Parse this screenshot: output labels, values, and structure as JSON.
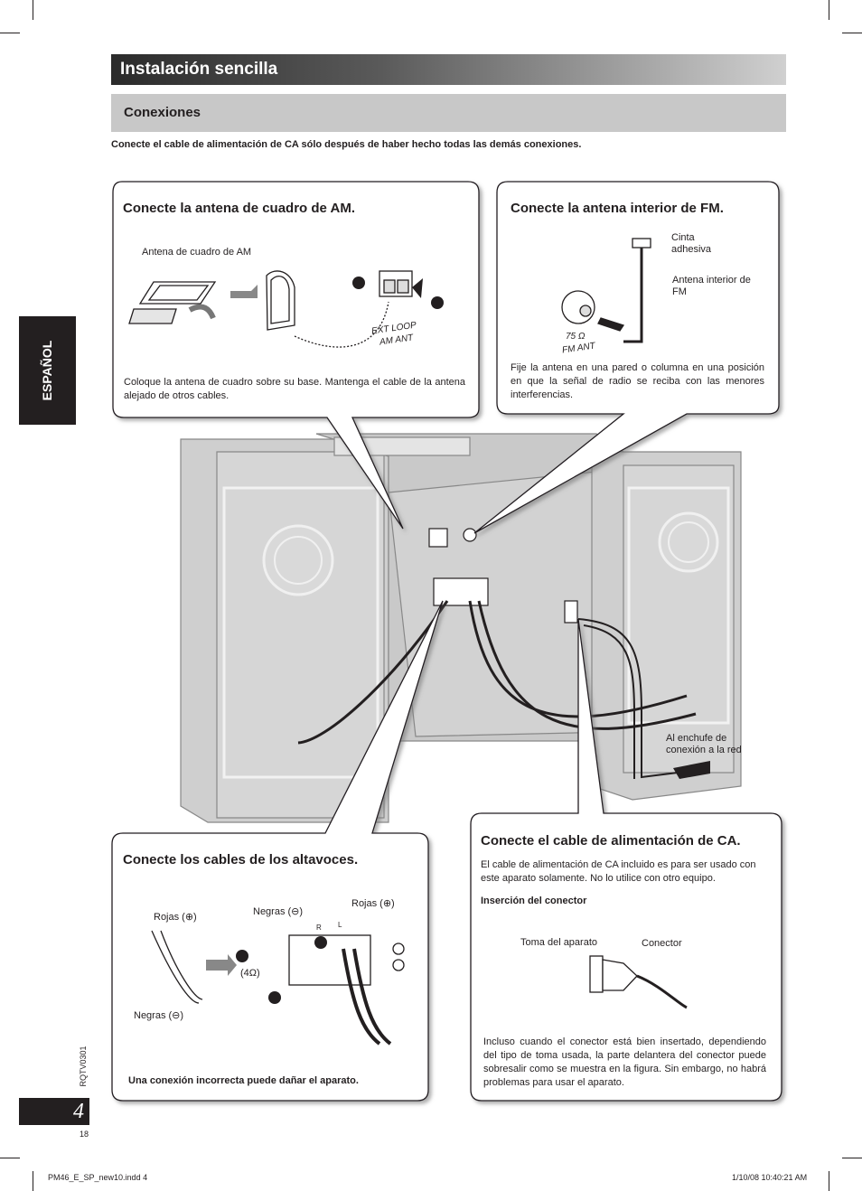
{
  "header": {
    "title": "Instalación sencilla",
    "section": "Conexiones",
    "note": "Conecte el cable de alimentación de CA sólo después de haber hecho todas las demás conexiones."
  },
  "side_tab": {
    "label": "ESPAÑOL"
  },
  "am_panel": {
    "title": "Conecte la antena de cuadro de AM.",
    "antenna_label": "Antena de cuadro de AM",
    "terminal_label_1": "EXT LOOP",
    "terminal_label_2": "AM ANT",
    "description": "Coloque la antena de cuadro sobre su base. Mantenga el cable de la antena alejado de otros cables."
  },
  "fm_panel": {
    "title": "Conecte la antena interior de FM.",
    "tape_label": "Cinta adhesiva",
    "antenna_label": "Antena interior de FM",
    "terminal_ohm": "75 Ω",
    "terminal_label": "FM ANT",
    "description": "Fije la antena en una pared o columna en una posición en que la señal de radio se reciba con las menores interferencias."
  },
  "main_diagram": {
    "outlet_label": "Al enchufe de conexión a la red"
  },
  "speaker_panel": {
    "title": "Conecte los cables de los altavoces.",
    "red_left": "Rojas (⊕)",
    "black_left": "Negras (⊖)",
    "black_top": "Negras (⊖)",
    "red_top": "Rojas (⊕)",
    "impedance": "(4Ω)",
    "terminal_r": "R",
    "terminal_l": "L",
    "warning": "Una conexión incorrecta puede dañar el aparato."
  },
  "power_panel": {
    "title": "Conecte el cable de alimentación de CA.",
    "description": "El cable de alimentación de CA incluido es para ser usado con este aparato solamente. No lo utilice con otro equipo.",
    "subheading": "Inserción del conector",
    "socket_label": "Toma del aparato",
    "plug_label": "Conector",
    "note": "Incluso cuando el conector está bien insertado, dependiendo del tipo de toma usada, la parte delantera del conector puede sobresalir como se muestra en la figura. Sin embargo, no habrá problemas para usar el aparato."
  },
  "footer": {
    "page_number": "4",
    "page_subnumber": "18",
    "doc_code": "RQTV0301",
    "file_name": "PM46_E_SP_new10.indd   4",
    "timestamp": "1/10/08   10:40:21 AM"
  },
  "colors": {
    "ink": "#231f20",
    "device_fill": "#d3d3d3",
    "section_bar": "#c8c8c8"
  }
}
